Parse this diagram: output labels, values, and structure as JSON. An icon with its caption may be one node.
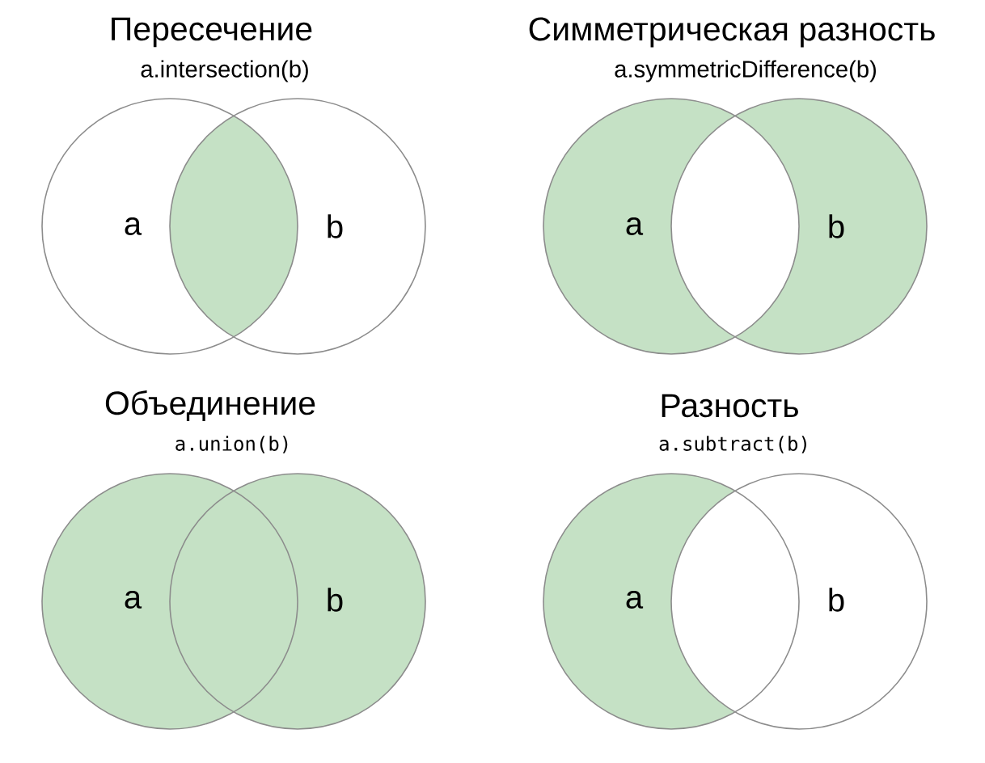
{
  "diagram": {
    "nodes": [
      {
        "text": [
          "a"
        ]
      },
      {
        "text": [
          "b"
        ]
      },
      {
        "text": [
          "a"
        ]
      },
      {
        "text": [
          "b"
        ]
      },
      {
        "text": [
          "a"
        ]
      },
      {
        "text": [
          "b"
        ]
      },
      {
        "text": [
          "a"
        ]
      },
      {
        "text": [
          "b"
        ]
      }
    ],
    "labels": [
      "Пересечение",
      "a.intersection(b)",
      "Симметрическая разность",
      "a.symmetricDifference(b)",
      "Объединение",
      "a.union(b)",
      "Разность",
      "a.subtract(b)"
    ]
  }
}
